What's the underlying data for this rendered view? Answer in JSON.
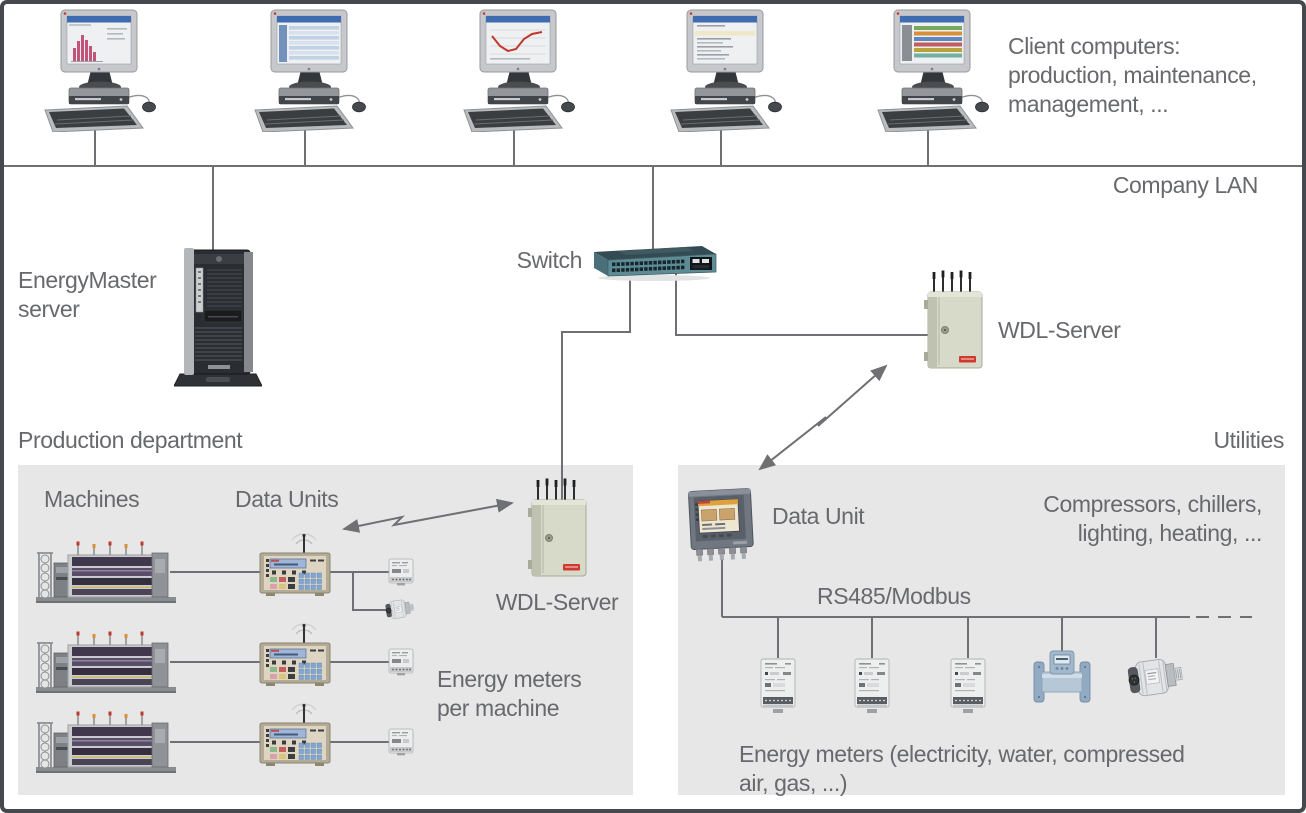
{
  "top": {
    "client_computers": [
      "Client computers:",
      "production, maintenance,",
      "management, ..."
    ],
    "company_lan": "Company LAN"
  },
  "backbone": {
    "server_label": [
      "EnergyMaster",
      "server"
    ],
    "switch_label": "Switch",
    "wdl_label": "WDL-Server"
  },
  "production": {
    "title": "Production department",
    "machines_label": "Machines",
    "data_units_label": "Data Units",
    "wdl_label": "WDL-Server",
    "meters_note": [
      "Energy meters",
      "per machine"
    ]
  },
  "utilities": {
    "title": "Utilities",
    "data_unit_label": "Data Unit",
    "loads_note": [
      "Compressors, chillers,",
      "lighting, heating, ..."
    ],
    "bus_label": "RS485/Modbus",
    "meters_note": [
      "Energy meters (electricity, water, compressed",
      "air, gas, ...)"
    ]
  },
  "colors": {
    "panel_gray": "#e7e7e8",
    "line_gray": "#6f7073",
    "text_gray": "#67696d",
    "switch_teal": "#5d8b96",
    "cabinet_beige": "#d8dac9",
    "brand_red": "#cf3a2e"
  }
}
